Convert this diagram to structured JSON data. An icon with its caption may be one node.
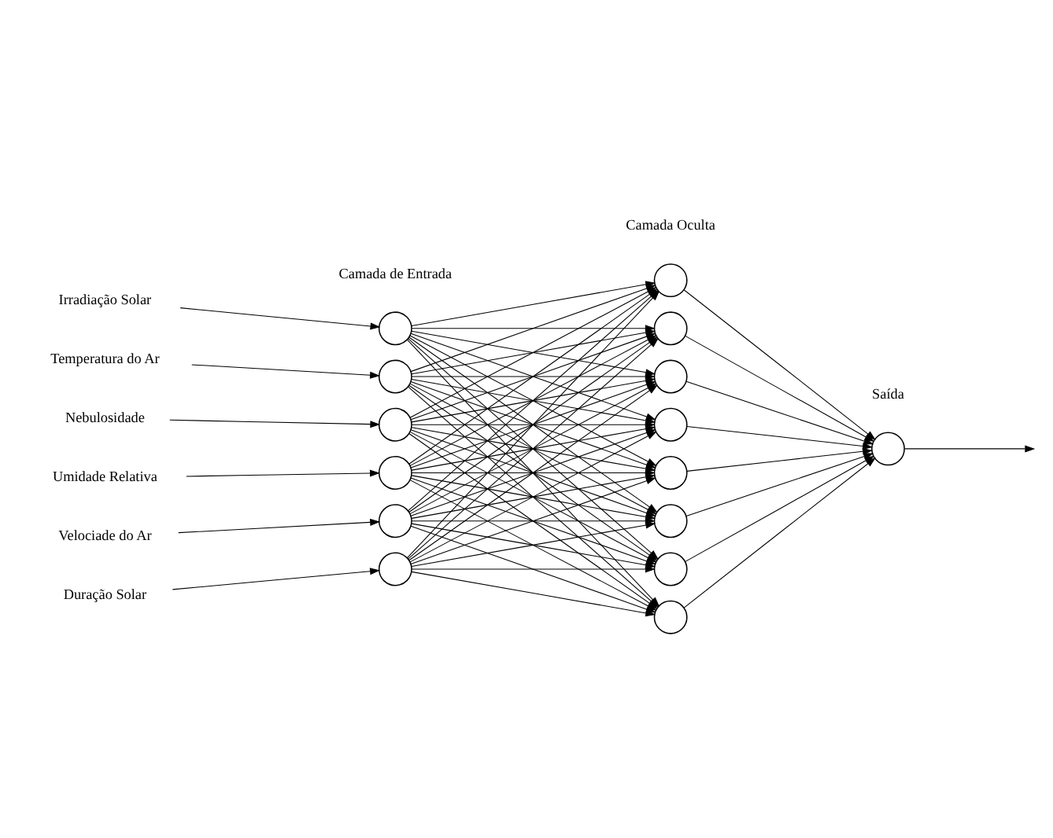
{
  "diagram": {
    "nodes": [
      {
        "text": [
          "Irradiação Solar"
        ]
      },
      {
        "text": [
          "Temperatura do Ar"
        ]
      },
      {
        "text": [
          "Nebulosidade"
        ]
      },
      {
        "text": [
          "Umidade Relativa"
        ]
      },
      {
        "text": [
          "Velociade do Ar"
        ]
      },
      {
        "text": [
          "Duração Solar"
        ]
      },
      {
        "text": [],
        "shape": "circle"
      },
      {
        "text": [],
        "shape": "circle"
      },
      {
        "text": [],
        "shape": "circle"
      },
      {
        "text": [],
        "shape": "circle"
      },
      {
        "text": [],
        "shape": "circle"
      },
      {
        "text": [],
        "shape": "circle"
      },
      {
        "text": [],
        "shape": "circle"
      },
      {
        "text": [],
        "shape": "circle"
      },
      {
        "text": [],
        "shape": "circle"
      },
      {
        "text": [],
        "shape": "circle"
      },
      {
        "text": [],
        "shape": "circle"
      },
      {
        "text": [],
        "shape": "circle"
      },
      {
        "text": [],
        "shape": "circle"
      },
      {
        "text": [],
        "shape": "circle"
      },
      {
        "text": [],
        "shape": "circle",
        "beside": [
          "Saída"
        ]
      }
    ],
    "edges": [
      {
        "from": 0,
        "to": 6,
        "arrow": "to"
      },
      {
        "from": 1,
        "to": 7,
        "arrow": "to"
      },
      {
        "from": 2,
        "to": 8,
        "arrow": "to"
      },
      {
        "from": 3,
        "to": 9,
        "arrow": "to"
      },
      {
        "from": 4,
        "to": 10,
        "arrow": "to"
      },
      {
        "from": 5,
        "to": 11,
        "arrow": "to"
      },
      {
        "from": 6,
        "to": 12,
        "arrow": "to"
      },
      {
        "from": 6,
        "to": 13,
        "arrow": "to"
      },
      {
        "from": 6,
        "to": 14,
        "arrow": "to"
      },
      {
        "from": 6,
        "to": 15,
        "arrow": "to"
      },
      {
        "from": 6,
        "to": 16,
        "arrow": "to"
      },
      {
        "from": 6,
        "to": 17,
        "arrow": "to"
      },
      {
        "from": 6,
        "to": 18,
        "arrow": "to"
      },
      {
        "from": 6,
        "to": 19,
        "arrow": "to"
      },
      {
        "from": 7,
        "to": 12,
        "arrow": "to"
      },
      {
        "from": 7,
        "to": 13,
        "arrow": "to"
      },
      {
        "from": 7,
        "to": 14,
        "arrow": "to"
      },
      {
        "from": 7,
        "to": 15,
        "arrow": "to"
      },
      {
        "from": 7,
        "to": 16,
        "arrow": "to"
      },
      {
        "from": 7,
        "to": 17,
        "arrow": "to"
      },
      {
        "from": 7,
        "to": 18,
        "arrow": "to"
      },
      {
        "from": 7,
        "to": 19,
        "arrow": "to"
      },
      {
        "from": 8,
        "to": 12,
        "arrow": "to"
      },
      {
        "from": 8,
        "to": 13,
        "arrow": "to"
      },
      {
        "from": 8,
        "to": 14,
        "arrow": "to"
      },
      {
        "from": 8,
        "to": 15,
        "arrow": "to"
      },
      {
        "from": 8,
        "to": 16,
        "arrow": "to"
      },
      {
        "from": 8,
        "to": 17,
        "arrow": "to"
      },
      {
        "from": 8,
        "to": 18,
        "arrow": "to"
      },
      {
        "from": 8,
        "to": 19,
        "arrow": "to"
      },
      {
        "from": 9,
        "to": 12,
        "arrow": "to"
      },
      {
        "from": 9,
        "to": 13,
        "arrow": "to"
      },
      {
        "from": 9,
        "to": 14,
        "arrow": "to"
      },
      {
        "from": 9,
        "to": 15,
        "arrow": "to"
      },
      {
        "from": 9,
        "to": 16,
        "arrow": "to"
      },
      {
        "from": 9,
        "to": 17,
        "arrow": "to"
      },
      {
        "from": 9,
        "to": 18,
        "arrow": "to"
      },
      {
        "from": 9,
        "to": 19,
        "arrow": "to"
      },
      {
        "from": 10,
        "to": 12,
        "arrow": "to"
      },
      {
        "from": 10,
        "to": 13,
        "arrow": "to"
      },
      {
        "from": 10,
        "to": 14,
        "arrow": "to"
      },
      {
        "from": 10,
        "to": 15,
        "arrow": "to"
      },
      {
        "from": 10,
        "to": 16,
        "arrow": "to"
      },
      {
        "from": 10,
        "to": 17,
        "arrow": "to"
      },
      {
        "from": 10,
        "to": 18,
        "arrow": "to"
      },
      {
        "from": 10,
        "to": 19,
        "arrow": "to"
      },
      {
        "from": 11,
        "to": 12,
        "arrow": "to"
      },
      {
        "from": 11,
        "to": 13,
        "arrow": "to"
      },
      {
        "from": 11,
        "to": 14,
        "arrow": "to"
      },
      {
        "from": 11,
        "to": 15,
        "arrow": "to"
      },
      {
        "from": 11,
        "to": 16,
        "arrow": "to"
      },
      {
        "from": 11,
        "to": 17,
        "arrow": "to"
      },
      {
        "from": 11,
        "to": 18,
        "arrow": "to"
      },
      {
        "from": 11,
        "to": 19,
        "arrow": "to"
      },
      {
        "from": 12,
        "to": 20,
        "arrow": "to"
      },
      {
        "from": 13,
        "to": 20,
        "arrow": "to"
      },
      {
        "from": 14,
        "to": 20,
        "arrow": "to"
      },
      {
        "from": 15,
        "to": 20,
        "arrow": "to"
      },
      {
        "from": 16,
        "to": 20,
        "arrow": "to"
      },
      {
        "from": 17,
        "to": 20,
        "arrow": "to"
      },
      {
        "from": 18,
        "to": 20,
        "arrow": "to"
      },
      {
        "from": 19,
        "to": 20,
        "arrow": "to"
      },
      {
        "from": 20,
        "to": null,
        "arrow": "to"
      }
    ],
    "labels": [
      "Camada de Entrada",
      "Camada Oculta"
    ]
  }
}
